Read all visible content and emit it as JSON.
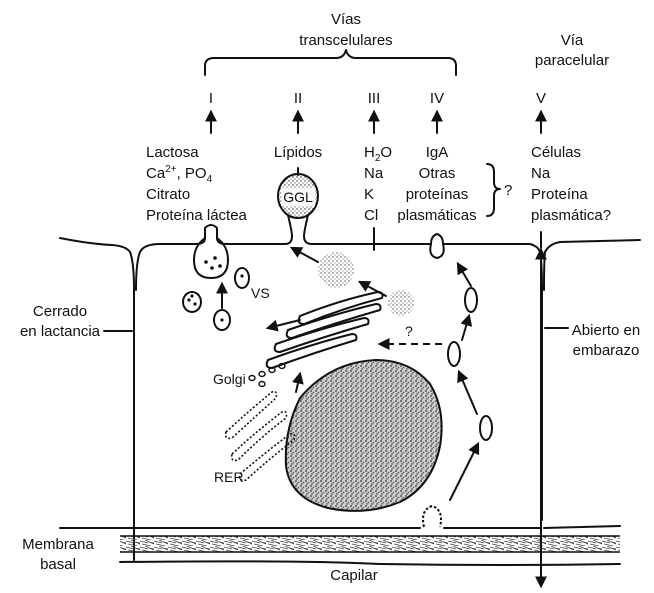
{
  "header": {
    "transcellular_line1": "Vías",
    "transcellular_line2": "transcelulares",
    "paracellular_line1": "Vía",
    "paracellular_line2": "paracelular"
  },
  "pathways": {
    "numerals": [
      "I",
      "II",
      "III",
      "IV",
      "V"
    ],
    "i_lines": [
      "Lactosa",
      "Ca2+, PO4",
      "Citrato",
      "Proteína láctea"
    ],
    "ii_line": "Lípidos",
    "iii_lines": [
      "H2O",
      "Na",
      "K",
      "Cl"
    ],
    "iv_lines": [
      "IgA",
      "Otras",
      "proteínas",
      "plasmáticas"
    ],
    "iv_question": "?",
    "v_lines": [
      "Células",
      "Na",
      "Proteína",
      "plasmática?"
    ]
  },
  "labels": {
    "ggl": "GGL",
    "vs": "VS",
    "golgi": "Golgi",
    "rer": "RER",
    "question_mark": "?",
    "closed_line1": "Cerrado",
    "closed_line2": "en lactancia",
    "open_line1": "Abierto en",
    "open_line2": "embarazo",
    "membrane_line1": "Membrana",
    "membrane_line2": "basal",
    "capillary": "Capilar"
  }
}
